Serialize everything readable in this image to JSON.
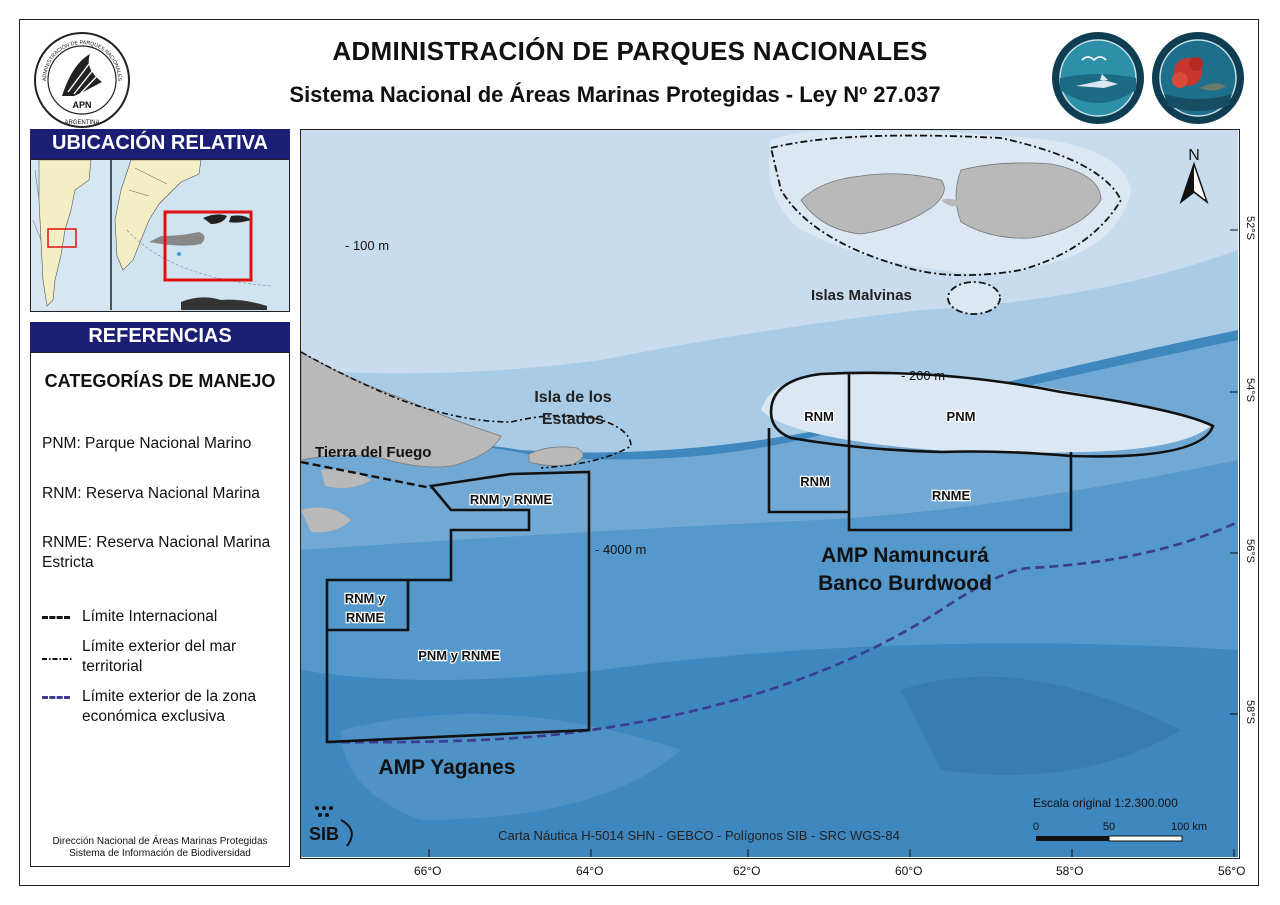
{
  "header": {
    "title": "ADMINISTRACIÓN DE PARQUES NACIONALES",
    "subtitle": "Sistema Nacional de Áreas Marinas Protegidas - Ley Nº 27.037",
    "logo_text_top": "ADMINISTRACIÓN DE PARQUES NACIONALES",
    "logo_text_mid": "APN",
    "logo_text_bottom": "ARGENTINA"
  },
  "ubicacion": {
    "heading": "UBICACIÓN RELATIVA"
  },
  "referencias": {
    "heading": "REFERENCIAS",
    "categories_title": "CATEGORÍAS DE MANEJO",
    "categories": [
      "PNM: Parque Nacional Marino",
      "RNM: Reserva Nacional Marina",
      "RNME: Reserva Nacional Marina Estricta"
    ],
    "legend": [
      {
        "label": "Límite Internacional",
        "color": "#111111",
        "style": "dashed"
      },
      {
        "label": "Límite exterior del mar territorial",
        "color": "#111111",
        "style": "dash-dot"
      },
      {
        "label": "Límite exterior de la zona económica exclusiva",
        "color": "#3b3b8f",
        "style": "dashed"
      }
    ],
    "credits": "Dirección Nacional de Áreas Marinas Protegidas\nSistema de Información de Biodiversidad"
  },
  "map": {
    "labels": {
      "depth_100": "- 100 m",
      "depth_200": "- 200 m",
      "depth_4000": "- 4000 m",
      "malvinas": "Islas Malvinas",
      "isla_estados_1": "Isla de los",
      "isla_estados_2": "Estados",
      "tierra_fuego": "Tierra del Fuego",
      "rnm_1": "RNM",
      "pnm": "PNM",
      "rnm_2": "RNM",
      "rnme": "RNME",
      "rnm_y_rnme_1": "RNM y RNME",
      "rnm_y_rnme_2a": "RNM y",
      "rnm_y_rnme_2b": "RNME",
      "pnm_y_rnme": "PNM y RNME",
      "amp_nam_1": "AMP Namuncurá",
      "amp_nam_2": "Banco Burdwood",
      "amp_yaganes": "AMP Yaganes",
      "north": "N",
      "sib": "SIB"
    },
    "source": "Carta Náutica H-5014 SHN - GEBCO - Polígonos SIB - SRC WGS-84",
    "scale_text": "Escala original 1:2.300.000",
    "scale_ticks": [
      "0",
      "50",
      "100 km"
    ],
    "lon_labels": [
      "66°O",
      "64°O",
      "62°O",
      "60°O",
      "58°O",
      "56°O"
    ],
    "lat_labels": [
      "52°S",
      "54°S",
      "56°S",
      "58°S"
    ]
  },
  "colors": {
    "heading_bg": "#1b1f73",
    "ocean_deep": "#3f87bf",
    "ocean_shallow": "#c8dced",
    "land": "#b9b9b9",
    "frame_red": "#e01010"
  }
}
